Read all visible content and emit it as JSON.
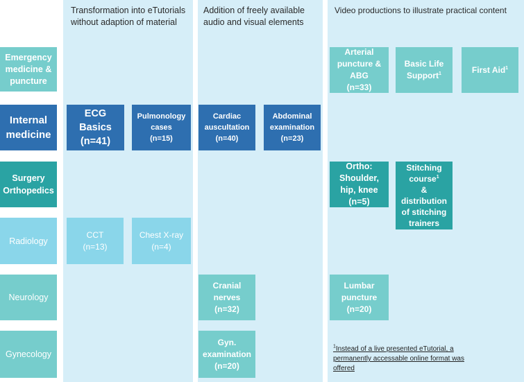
{
  "columns": [
    {
      "header_line1": "Transformation into eTutorials",
      "header_line2": "without adaption of material"
    },
    {
      "header_line1": "Addition of freely available",
      "header_line2": "audio and visual elements"
    },
    {
      "header_line1": "Video productions to illustrate practical content",
      "header_line2": ""
    }
  ],
  "rows": {
    "emergency": {
      "line1": "Emergency",
      "line2": "medicine &",
      "line3": "puncture"
    },
    "internal": {
      "line1": "Internal",
      "line2": "medicine"
    },
    "surgery": {
      "line1": "Surgery",
      "line2": "Orthopedics"
    },
    "radiology": {
      "line1": "Radiology"
    },
    "neurology": {
      "line1": "Neurology"
    },
    "gynecology": {
      "line1": "Gynecology"
    }
  },
  "boxes": {
    "arterial": {
      "line1": "Arterial",
      "line2": "puncture &",
      "line3": "ABG",
      "line4": "(n=33)"
    },
    "bls": {
      "line1": "Basic Life",
      "line2": "Support",
      "sup": "1"
    },
    "firstaid": {
      "line1": "First Aid",
      "sup": "1"
    },
    "ecg": {
      "line1": "ECG Basics",
      "line2": "(n=41)"
    },
    "pulmo": {
      "line1": "Pulmonology",
      "line2": "cases",
      "line3": "(n=15)"
    },
    "cardiac": {
      "line1": "Cardiac",
      "line2": "auscultation",
      "line3": "(n=40)"
    },
    "abdominal": {
      "line1": "Abdominal",
      "line2": "examination",
      "line3": "(n=23)"
    },
    "ortho": {
      "line1": "Ortho:",
      "line2": "Shoulder,",
      "line3": "hip, knee",
      "line4": "(n=5)"
    },
    "stitching": {
      "line1": "Stitching",
      "line2": "course",
      "sup": "1",
      "line3": "&",
      "line4": "distribution",
      "line5": "of stitching",
      "line6": "trainers"
    },
    "cct": {
      "line1": "CCT",
      "line2": "(n=13)"
    },
    "chest": {
      "line1": "Chest X-ray",
      "line2": "(n=4)"
    },
    "cranial": {
      "line1": "Cranial",
      "line2": "nerves",
      "line3": "(n=32)"
    },
    "lumbar": {
      "line1": "Lumbar",
      "line2": "puncture",
      "line3": "(n=20)"
    },
    "gyn": {
      "line1": "Gyn.",
      "line2": "examination",
      "line3": "(n=20)"
    }
  },
  "footnote": {
    "sup": "1",
    "line1": "Instead of a live presented eTutorial, a",
    "line2": "permanently accessable online format was",
    "line3": "offered"
  },
  "colors": {
    "column_bg": "#d6eef8",
    "teal_light": "#76cdcc",
    "teal_dark": "#2aa3a3",
    "blue_dark": "#2e6fb0",
    "blue_light": "#8ad6ea"
  }
}
